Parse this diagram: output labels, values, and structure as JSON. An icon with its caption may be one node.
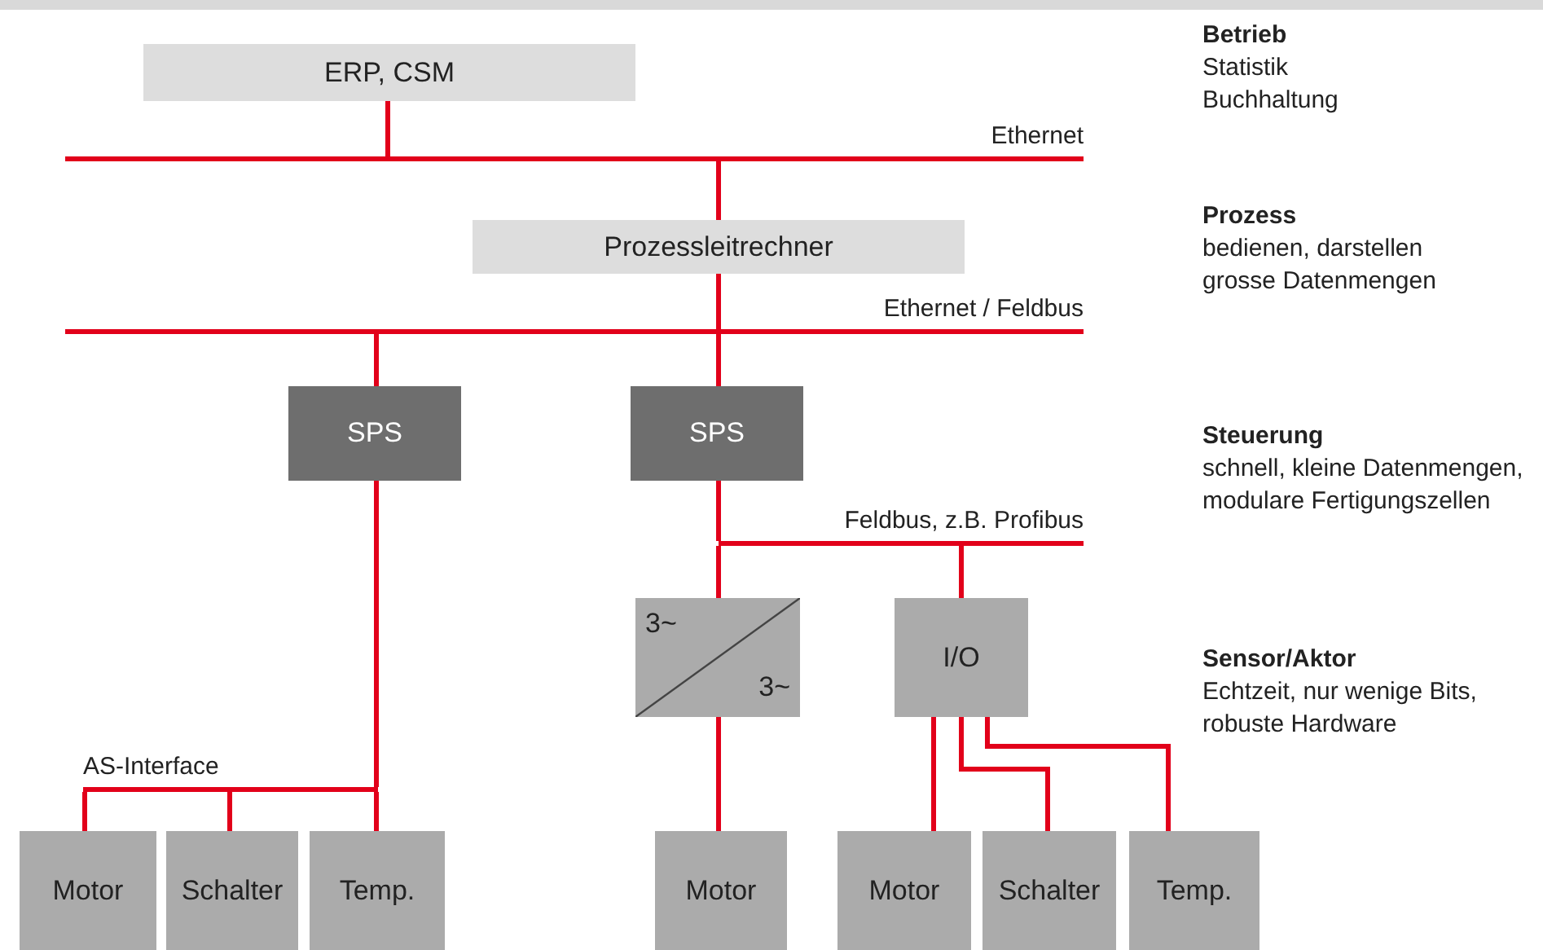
{
  "diagram": {
    "nodes": [
      {
        "text": [
          "ERP, CSM"
        ]
      },
      {
        "text": [],
        "shape": "bar",
        "beside": [
          "Ethernet"
        ]
      },
      {
        "text": [
          "Prozessleitrechner"
        ]
      },
      {
        "text": [],
        "shape": "bar",
        "beside": [
          "Ethernet / Feldbus"
        ]
      },
      {
        "text": [
          "SPS"
        ]
      },
      {
        "text": [
          "SPS"
        ]
      },
      {
        "text": [],
        "shape": "bar",
        "beside": [
          "Feldbus, z.B. Profibus"
        ]
      },
      {
        "text": [
          "3~",
          "3~"
        ]
      },
      {
        "text": [
          "I/O"
        ]
      },
      {
        "text": [],
        "shape": "bar",
        "beside": [
          "AS-Interface"
        ]
      },
      {
        "text": [
          "Motor"
        ]
      },
      {
        "text": [
          "Schalter"
        ]
      },
      {
        "text": [
          "Temp."
        ]
      },
      {
        "text": [
          "Motor"
        ]
      },
      {
        "text": [
          "Motor"
        ]
      },
      {
        "text": [
          "Schalter"
        ]
      },
      {
        "text": [
          "Temp."
        ]
      }
    ],
    "edges": [
      {
        "from": 0,
        "to": 1,
        "arrow": "none"
      },
      {
        "from": 1,
        "to": 2,
        "arrow": "none"
      },
      {
        "from": 2,
        "to": 3,
        "arrow": "none"
      },
      {
        "from": 3,
        "to": 4,
        "arrow": "none"
      },
      {
        "from": 3,
        "to": 5,
        "arrow": "none"
      },
      {
        "from": 5,
        "to": 6,
        "arrow": "none"
      },
      {
        "from": 6,
        "to": 7,
        "arrow": "none"
      },
      {
        "from": 6,
        "to": 8,
        "arrow": "none"
      },
      {
        "from": 7,
        "to": 13,
        "arrow": "none"
      },
      {
        "from": 4,
        "to": 9,
        "arrow": "none"
      },
      {
        "from": 9,
        "to": 10,
        "arrow": "none"
      },
      {
        "from": 9,
        "to": 11,
        "arrow": "none"
      },
      {
        "from": 9,
        "to": 12,
        "arrow": "none"
      },
      {
        "from": 8,
        "to": 14,
        "arrow": "none"
      },
      {
        "from": 8,
        "to": 15,
        "arrow": "none"
      },
      {
        "from": 8,
        "to": 16,
        "arrow": "none"
      }
    ],
    "labels": [
      "Betrieb",
      "Statistik",
      "Buchhaltung",
      "Prozess",
      "bedienen, darstellen",
      "grosse Datenmengen",
      "Steuerung",
      "schnell, kleine Datenmengen, modulare Fertigungszellen",
      "Sensor/Aktor",
      "Echtzeit, nur wenige Bits, robuste Hardware"
    ]
  }
}
